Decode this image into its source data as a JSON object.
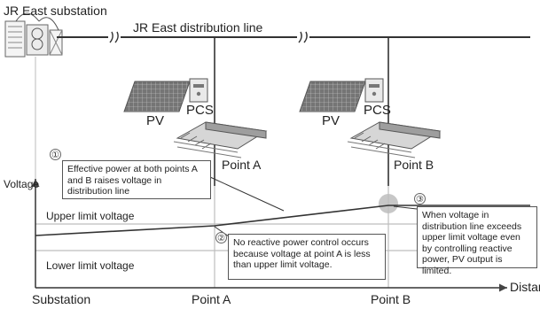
{
  "labels": {
    "substation_title": "JR East substation",
    "distribution_line": "JR East distribution line",
    "pv_1": "PV",
    "pcs_1": "PCS",
    "pv_2": "PV",
    "pcs_2": "PCS",
    "point_a_top": "Point A",
    "point_b_top": "Point B",
    "y_axis": "Voltage",
    "x_axis": "Distance",
    "upper_limit": "Upper limit voltage",
    "lower_limit": "Lower limit voltage",
    "x_substation": "Substation",
    "x_point_a": "Point A",
    "x_point_b": "Point B"
  },
  "callouts": [
    {
      "number": "①",
      "text": "Effective power at both points A and B raises voltage in distribution line"
    },
    {
      "number": "②",
      "text": "No reactive power control occurs because voltage at point A is less than upper limit voltage."
    },
    {
      "number": "③",
      "text": "When voltage in distribution line exceeds upper limit voltage even by controlling reactive power, PV output is limited."
    }
  ],
  "colors": {
    "line": "#333333",
    "guide": "#bdbdbd",
    "panel": "#6f6f6f",
    "highlight": "#bdbdbd"
  },
  "icons": [
    "substation-transformer-icon",
    "solar-panel-icon",
    "pcs-cabinet-icon",
    "train-icon",
    "line-break-icon"
  ]
}
